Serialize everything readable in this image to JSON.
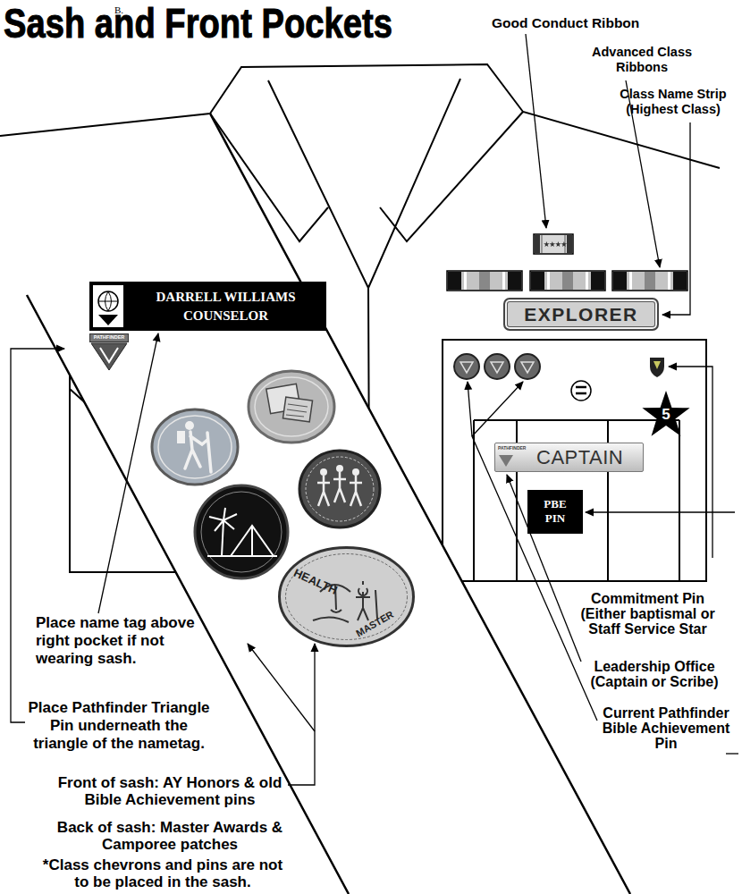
{
  "diagram": {
    "title": "Sash and Front Pockets",
    "nodes": [
      {
        "text": [
          "DARRELL WILLIAMS",
          "COUNSELOR"
        ]
      },
      {
        "text": [
          "PATHFINDER"
        ]
      },
      {
        "text": [
          "EXPLORER"
        ]
      },
      {
        "text": [
          "5"
        ]
      },
      {
        "text": [
          "PATHFINDER",
          "CAPTAIN"
        ]
      },
      {
        "text": [
          "PBE PIN"
        ]
      },
      {
        "text": [
          "HEALTH",
          "MASTER"
        ]
      }
    ],
    "labels": [
      "B.",
      "Good Conduct Ribbon",
      "Advanced Class Ribbons",
      "Class Name Strip (Highest Class)",
      "Place name tag above right pocket if not wearing sash.",
      "Place Pathfinder Triangle Pin underneath the triangle of the nametag.",
      "Front of sash: AY Honors & old Bible Achievement pins",
      "Back of sash: Master Awards & Camporee patches",
      "*Class chevrons and pins are not to be placed in the sash.",
      "Commitment Pin (Either baptismal or Staff Service Star",
      "Leadership Office (Captain or Scribe)",
      "Current Pathfinder Bible Achievement Pin"
    ]
  }
}
